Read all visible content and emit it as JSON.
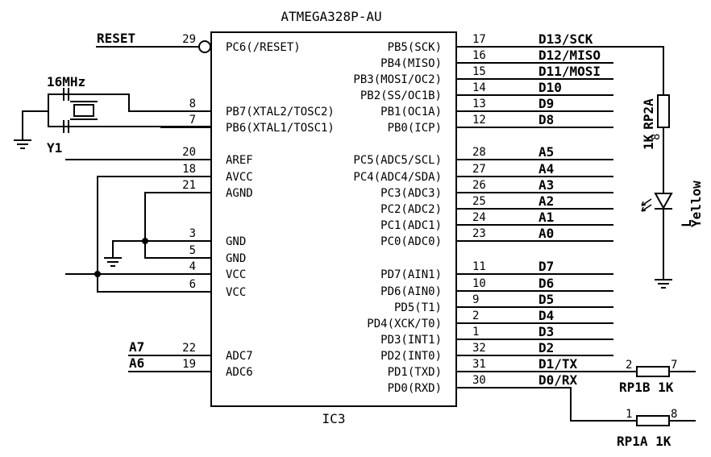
{
  "chip": {
    "name": "ATMEGA328P-AU",
    "designator": "IC3"
  },
  "left_pins": [
    {
      "num": "29",
      "label": "PC6(/RESET)",
      "net": "RESET"
    },
    {
      "num": "8",
      "label": "PB7(XTAL2/TOSC2)",
      "net": ""
    },
    {
      "num": "7",
      "label": "PB6(XTAL1/TOSC1)",
      "net": ""
    },
    {
      "num": "20",
      "label": "AREF",
      "net": ""
    },
    {
      "num": "18",
      "label": "AVCC",
      "net": ""
    },
    {
      "num": "21",
      "label": "AGND",
      "net": ""
    },
    {
      "num": "3",
      "label": "GND",
      "net": ""
    },
    {
      "num": "5",
      "label": "GND",
      "net": ""
    },
    {
      "num": "4",
      "label": "VCC",
      "net": ""
    },
    {
      "num": "6",
      "label": "VCC",
      "net": ""
    },
    {
      "num": "22",
      "label": "ADC7",
      "net": "A7"
    },
    {
      "num": "19",
      "label": "ADC6",
      "net": "A6"
    }
  ],
  "right_pins": [
    {
      "num": "17",
      "label": "PB5(SCK)",
      "net": "D13/SCK"
    },
    {
      "num": "16",
      "label": "PB4(MISO)",
      "net": "D12/MISO"
    },
    {
      "num": "15",
      "label": "PB3(MOSI/OC2)",
      "net": "D11/MOSI"
    },
    {
      "num": "14",
      "label": "PB2(SS/OC1B)",
      "net": "D10"
    },
    {
      "num": "13",
      "label": "PB1(OC1A)",
      "net": "D9"
    },
    {
      "num": "12",
      "label": "PB0(ICP)",
      "net": "D8"
    },
    {
      "num": "28",
      "label": "PC5(ADC5/SCL)",
      "net": "A5"
    },
    {
      "num": "27",
      "label": "PC4(ADC4/SDA)",
      "net": "A4"
    },
    {
      "num": "26",
      "label": "PC3(ADC3)",
      "net": "A3"
    },
    {
      "num": "25",
      "label": "PC2(ADC2)",
      "net": "A2"
    },
    {
      "num": "24",
      "label": "PC1(ADC1)",
      "net": "A1"
    },
    {
      "num": "23",
      "label": "PC0(ADC0)",
      "net": "A0"
    },
    {
      "num": "11",
      "label": "PD7(AIN1)",
      "net": "D7"
    },
    {
      "num": "10",
      "label": "PD6(AIN0)",
      "net": "D6"
    },
    {
      "num": "9",
      "label": "PD5(T1)",
      "net": "D5"
    },
    {
      "num": "2",
      "label": "PD4(XCK/T0)",
      "net": "D4"
    },
    {
      "num": "1",
      "label": "PD3(INT1)",
      "net": "D3"
    },
    {
      "num": "32",
      "label": "PD2(INT0)",
      "net": "D2"
    },
    {
      "num": "31",
      "label": "PD1(TXD)",
      "net": "D1/TX"
    },
    {
      "num": "30",
      "label": "PD0(RXD)",
      "net": "D0/RX"
    }
  ],
  "crystal": {
    "freq": "16MHz",
    "designator": "Y1"
  },
  "led_resistor": {
    "value": "1K",
    "designator": "RP2A",
    "pin_bottom": "8"
  },
  "led": {
    "color": "Yellow",
    "designator": "L"
  },
  "rp1b": {
    "label": "RP1B 1K",
    "pin_left": "2",
    "pin_right": "7"
  },
  "rp1a": {
    "label": "RP1A 1K",
    "pin_left": "1",
    "pin_right": "8"
  }
}
